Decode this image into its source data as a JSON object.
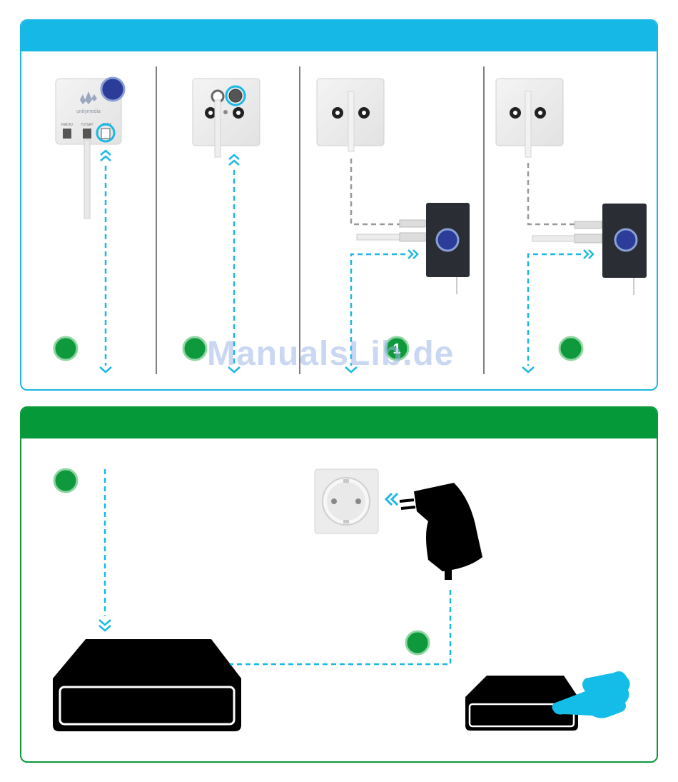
{
  "watermark": "ManualsLib.de",
  "colors": {
    "cyan": "#1ab8e4",
    "green": "#06993a",
    "step_dot_green": "#0e9a3c",
    "step_dot_ring": "#8fd6a3",
    "marker_blue": "#2b3d98",
    "device_black": "#000000"
  },
  "top_panel": {
    "columns": [
      {
        "device": "multimedia-socket-adapter",
        "labels": [
          "RADIO",
          "TV/SAT",
          "DATA"
        ]
      },
      {
        "device": "multimedia-wall-socket"
      },
      {
        "device": "tv-wall-socket-with-splitter",
        "step_label": "1"
      },
      {
        "device": "tv-wall-socket-with-splitter-alt"
      }
    ]
  },
  "bottom_panel": {
    "devices": [
      "modem-large",
      "power-outlet",
      "power-adapter",
      "modem-small",
      "pointing-hand"
    ]
  }
}
